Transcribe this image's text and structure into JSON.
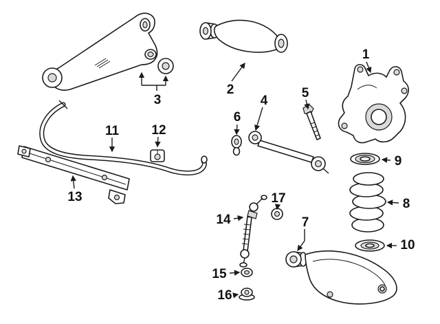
{
  "diagram": {
    "background": "#ffffff",
    "line_color": "#1a1a1a",
    "shade_color": "#d9d9d9",
    "callouts": [
      {
        "label": "1"
      },
      {
        "label": "2"
      },
      {
        "label": "3"
      },
      {
        "label": "4"
      },
      {
        "label": "5"
      },
      {
        "label": "6"
      },
      {
        "label": "7"
      },
      {
        "label": "8"
      },
      {
        "label": "9"
      },
      {
        "label": "10"
      },
      {
        "label": "11"
      },
      {
        "label": "12"
      },
      {
        "label": "13"
      },
      {
        "label": "14"
      },
      {
        "label": "15"
      },
      {
        "label": "16"
      },
      {
        "label": "17"
      }
    ]
  }
}
